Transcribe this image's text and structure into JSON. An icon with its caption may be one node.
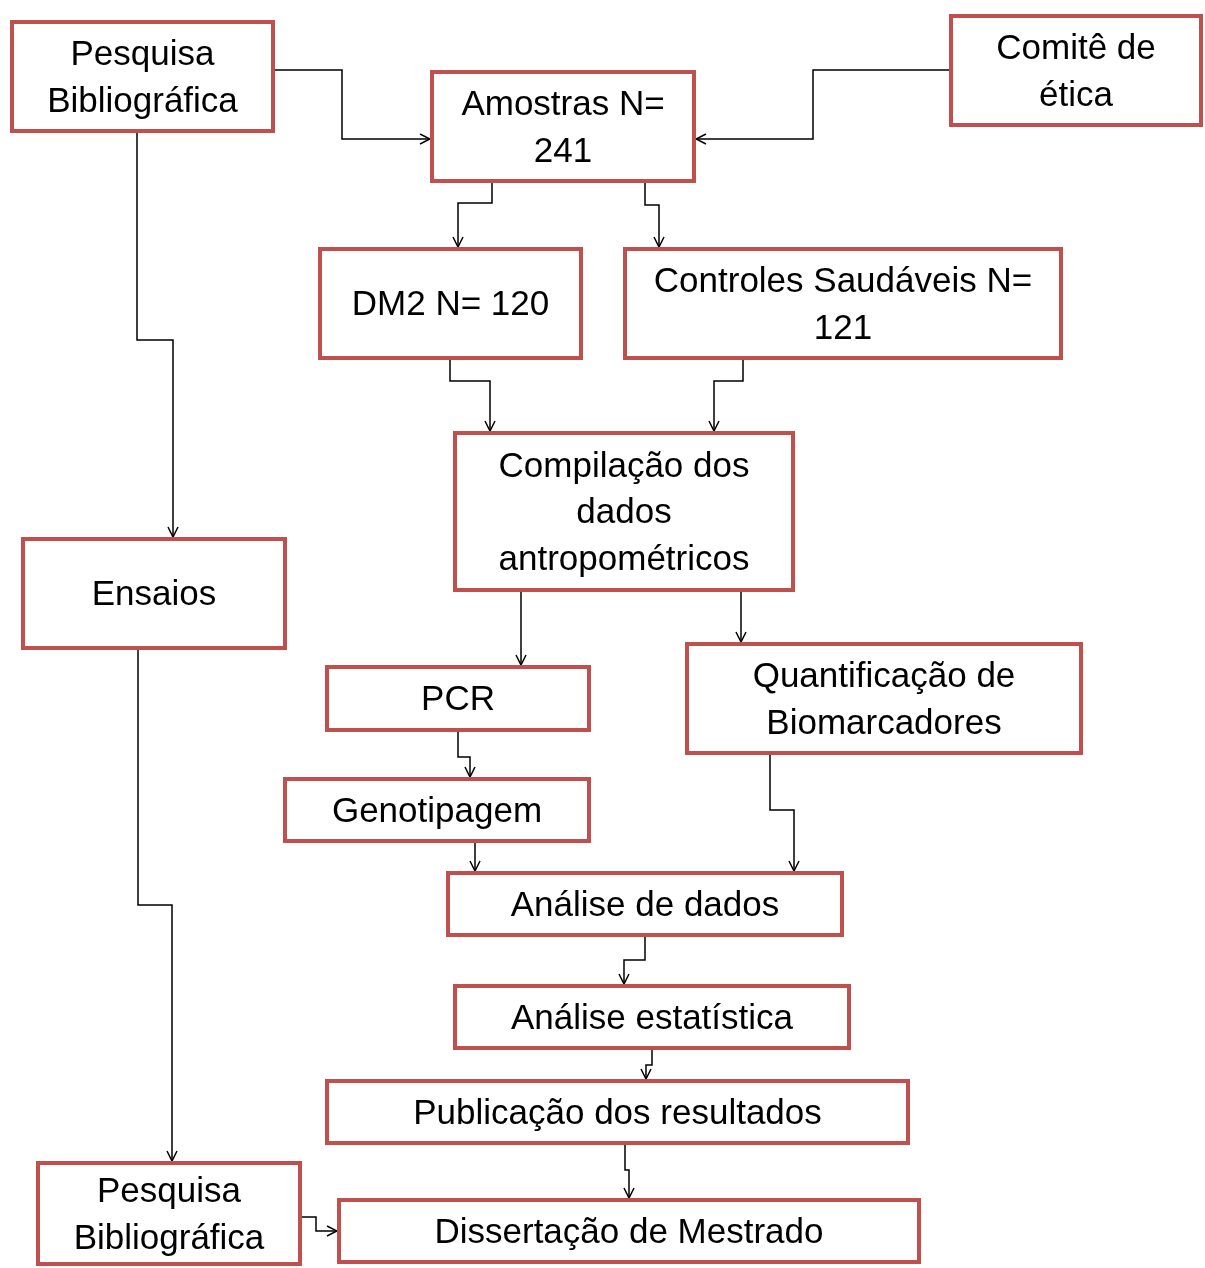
{
  "diagram": {
    "nodes": [
      {
        "text": [
          "Pesquisa Bibliográfica"
        ]
      },
      {
        "text": [
          "Amostras N= 241"
        ]
      },
      {
        "text": [
          "Comitê de ética"
        ]
      },
      {
        "text": [
          "DM2 N= 120"
        ]
      },
      {
        "text": [
          "Controles Saudáveis N= 121"
        ]
      },
      {
        "text": [
          "Compilação dos dados antropométricos"
        ]
      },
      {
        "text": [
          "Ensaios"
        ]
      },
      {
        "text": [
          "PCR"
        ]
      },
      {
        "text": [
          "Quantificação de Biomarcadores"
        ]
      },
      {
        "text": [
          "Genotipagem"
        ]
      },
      {
        "text": [
          "Análise de dados"
        ]
      },
      {
        "text": [
          "Análise estatística"
        ]
      },
      {
        "text": [
          "Publicação dos resultados"
        ]
      },
      {
        "text": [
          "Pesquisa Bibliográfica"
        ]
      },
      {
        "text": [
          "Dissertação de Mestrado"
        ]
      }
    ],
    "edges": [
      {
        "from": 0,
        "to": 1,
        "arrow": "to"
      },
      {
        "from": 2,
        "to": 1,
        "arrow": "to"
      },
      {
        "from": 1,
        "to": 3,
        "arrow": "to"
      },
      {
        "from": 1,
        "to": 4,
        "arrow": "to"
      },
      {
        "from": 3,
        "to": 5,
        "arrow": "to"
      },
      {
        "from": 4,
        "to": 5,
        "arrow": "to"
      },
      {
        "from": 0,
        "to": 6,
        "arrow": "to"
      },
      {
        "from": 5,
        "to": 7,
        "arrow": "to"
      },
      {
        "from": 5,
        "to": 8,
        "arrow": "to"
      },
      {
        "from": 7,
        "to": 9,
        "arrow": "to"
      },
      {
        "from": 8,
        "to": 10,
        "arrow": "to"
      },
      {
        "from": 9,
        "to": 10,
        "arrow": "to"
      },
      {
        "from": 10,
        "to": 11,
        "arrow": "to"
      },
      {
        "from": 11,
        "to": 12,
        "arrow": "to"
      },
      {
        "from": 6,
        "to": 13,
        "arrow": "to"
      },
      {
        "from": 12,
        "to": 14,
        "arrow": "to"
      },
      {
        "from": 13,
        "to": 14,
        "arrow": "to"
      }
    ]
  }
}
